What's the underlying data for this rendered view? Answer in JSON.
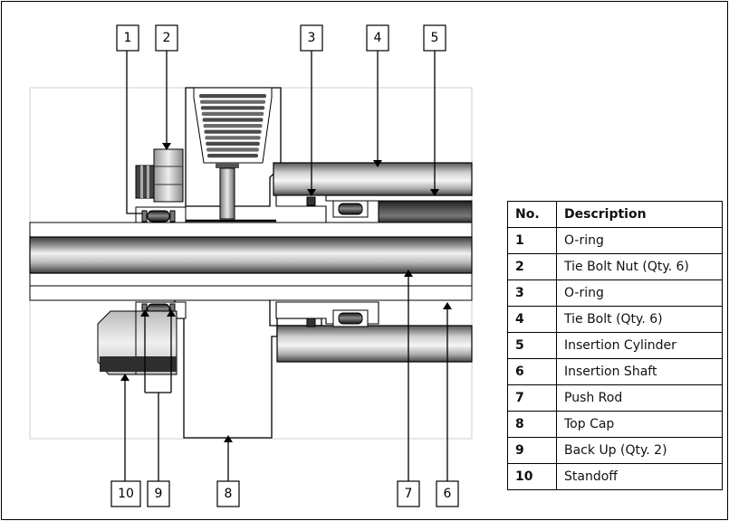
{
  "callouts": [
    {
      "id": "1",
      "part": "O-ring"
    },
    {
      "id": "2",
      "part": "Tie Bolt Nut (Qty. 6)"
    },
    {
      "id": "3",
      "part": "O-ring"
    },
    {
      "id": "4",
      "part": "Tie Bolt (Qty. 6)"
    },
    {
      "id": "5",
      "part": "Insertion Cylinder"
    },
    {
      "id": "6",
      "part": "Insertion Shaft"
    },
    {
      "id": "7",
      "part": "Push Rod"
    },
    {
      "id": "8",
      "part": "Top Cap"
    },
    {
      "id": "9",
      "part": "Back Up (Qty. 2)"
    },
    {
      "id": "10",
      "part": "Standoff"
    }
  ],
  "table": {
    "header_no": "No.",
    "header_desc": "Description",
    "rows": [
      {
        "no": "1",
        "desc": "O-ring"
      },
      {
        "no": "2",
        "desc": "Tie Bolt Nut (Qty. 6)"
      },
      {
        "no": "3",
        "desc": "O-ring"
      },
      {
        "no": "4",
        "desc": "Tie Bolt (Qty. 6)"
      },
      {
        "no": "5",
        "desc": "Insertion Cylinder"
      },
      {
        "no": "6",
        "desc": "Insertion Shaft"
      },
      {
        "no": "7",
        "desc": "Push Rod"
      },
      {
        "no": "8",
        "desc": "Top Cap"
      },
      {
        "no": "9",
        "desc": "Back Up (Qty. 2)"
      },
      {
        "no": "10",
        "desc": "Standoff"
      }
    ]
  },
  "colors": {
    "metal_dark": "#3a3a3a",
    "metal_light": "#d8d8d8",
    "outline": "#000000"
  }
}
